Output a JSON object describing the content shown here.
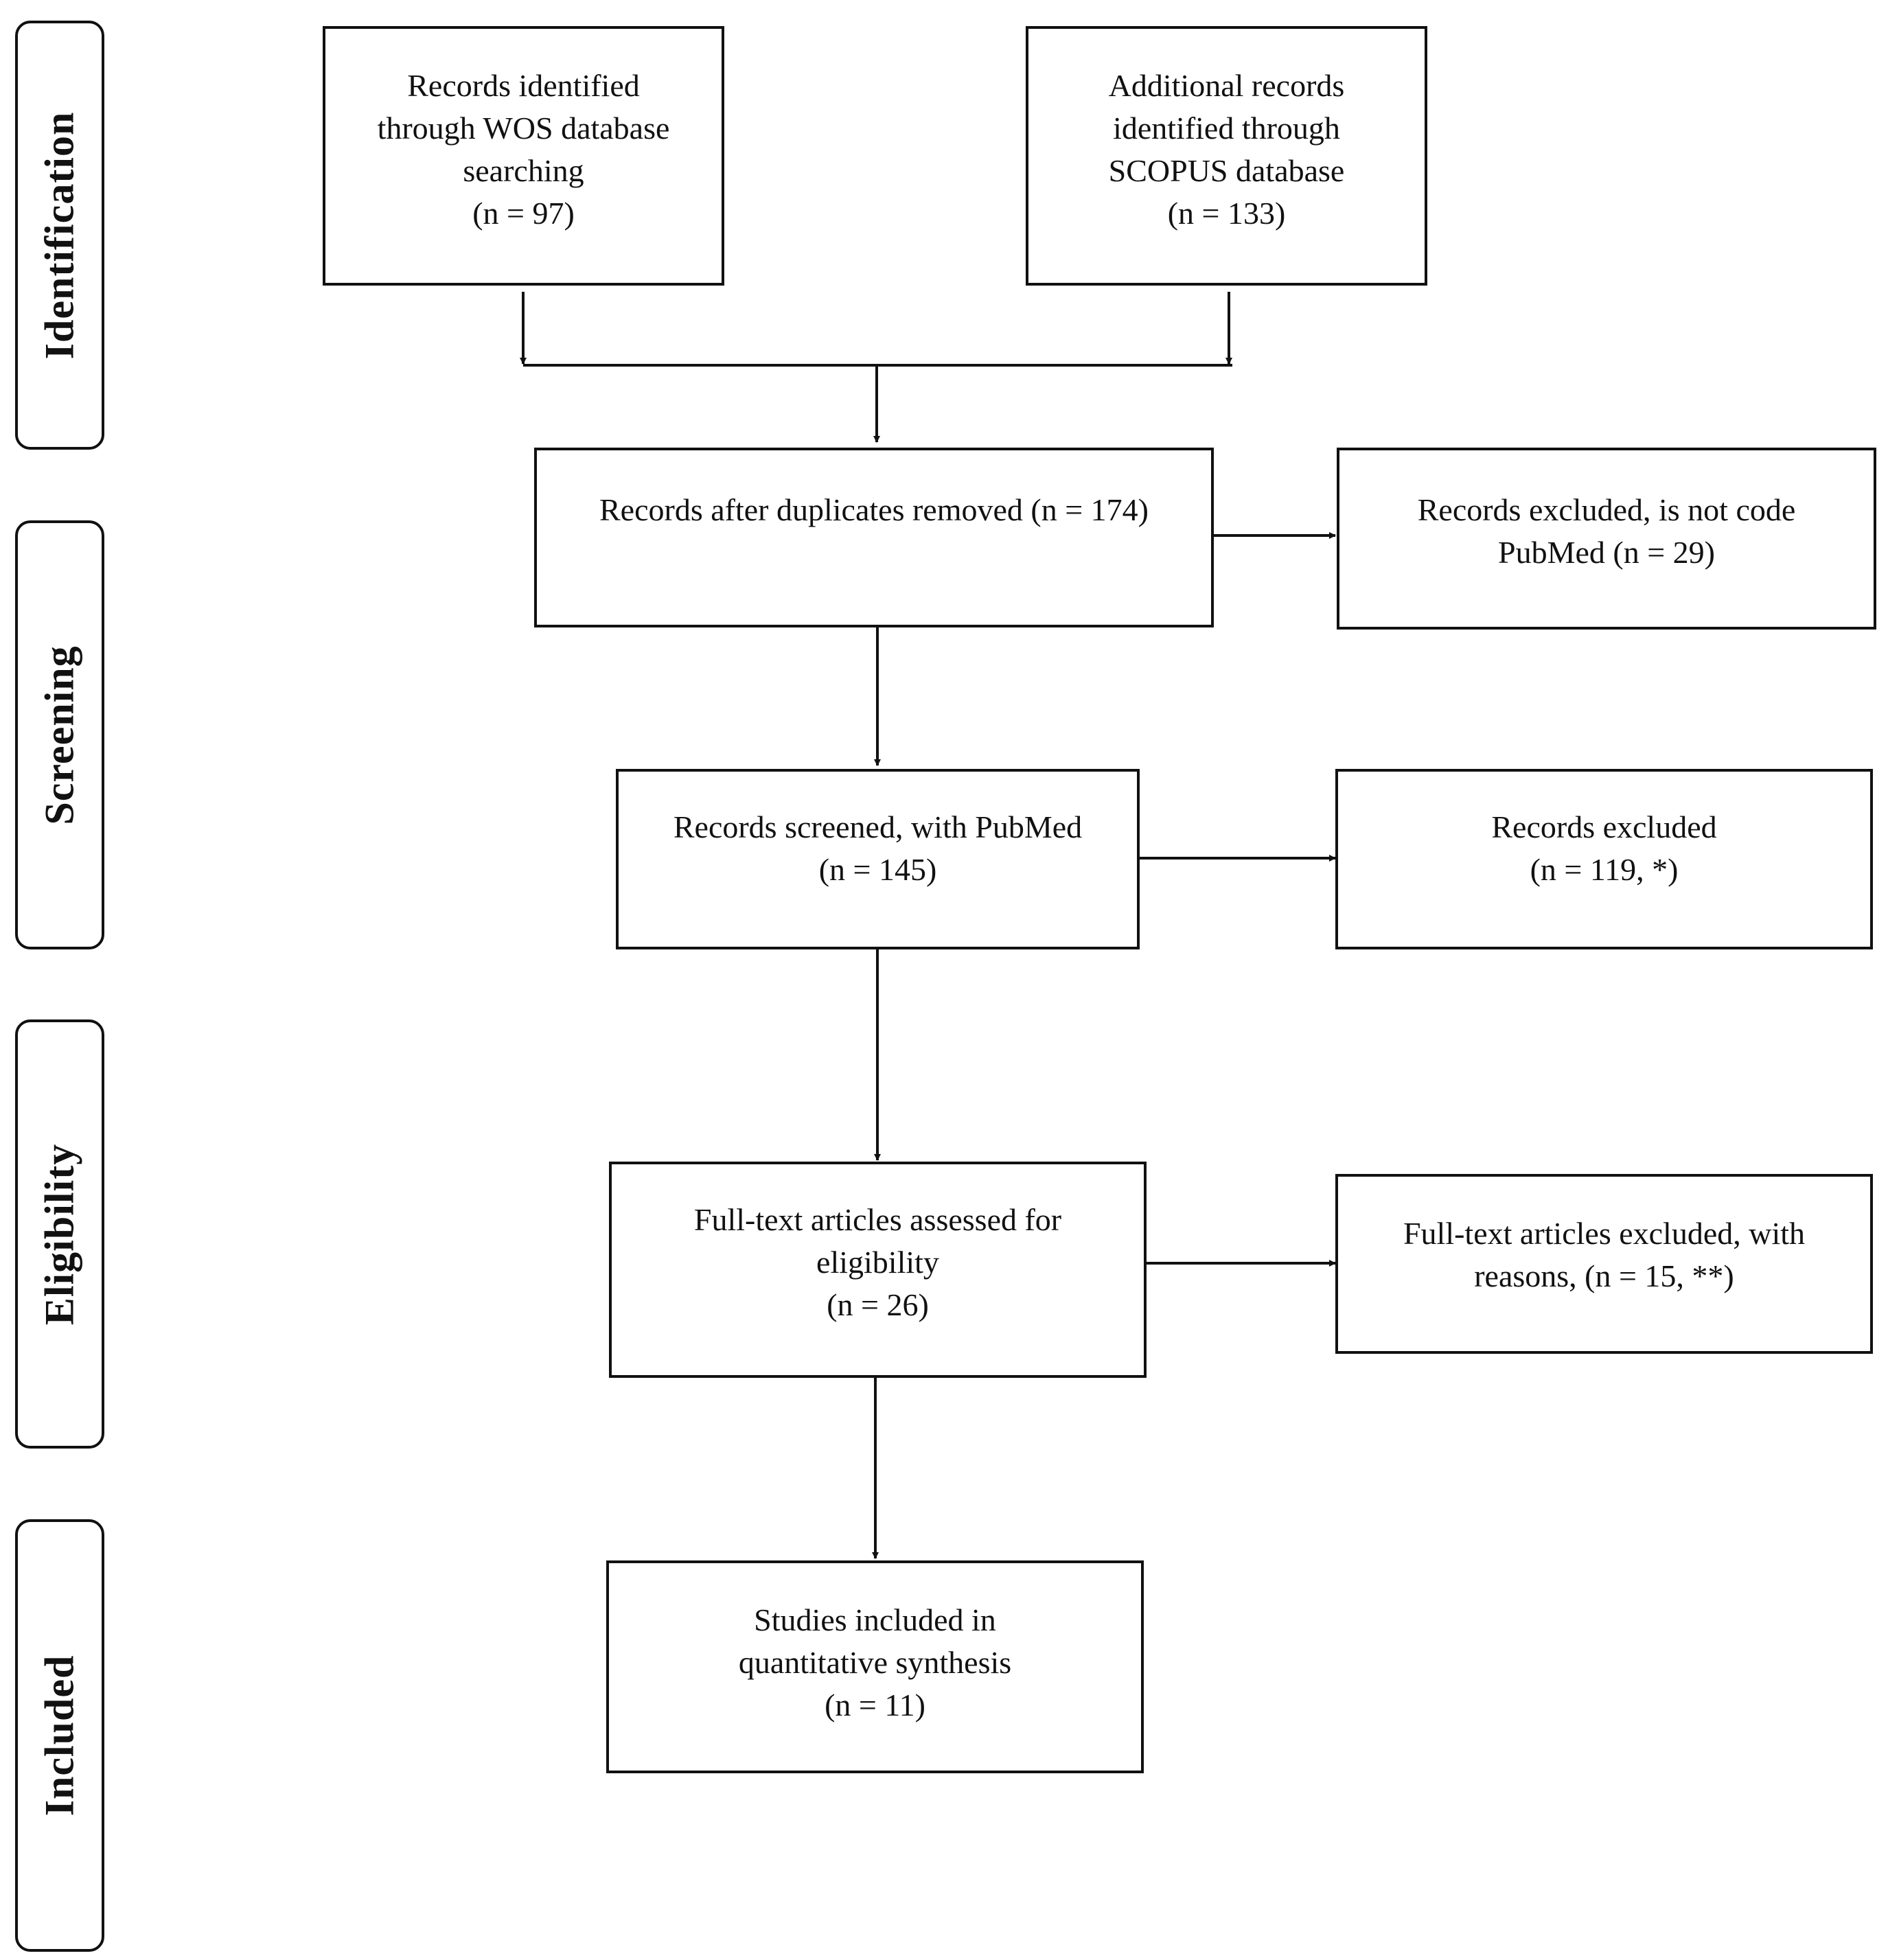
{
  "phases": {
    "identification": "Identification",
    "screening": "Screening",
    "eligibility": "Eligibility",
    "included": "Included"
  },
  "boxes": {
    "wos": {
      "lines": [
        "Records identified",
        "through WOS database",
        "searching",
        "(n = 97)"
      ]
    },
    "scopus": {
      "lines": [
        "Additional records",
        "identified through",
        "SCOPUS database",
        "(n = 133)"
      ]
    },
    "duplicates_removed": {
      "lines": [
        "Records after duplicates removed (n = 174)"
      ]
    },
    "excluded_not_pubmed": {
      "lines": [
        "Records excluded, is not code",
        "PubMed (n = 29)"
      ]
    },
    "screened": {
      "lines": [
        "Records screened, with PubMed",
        "(n = 145)"
      ]
    },
    "records_excluded": {
      "lines": [
        "Records excluded",
        "(n = 119, *)"
      ]
    },
    "full_text_assessed": {
      "lines": [
        "Full-text articles assessed for",
        "eligibility",
        "(n = 26)"
      ]
    },
    "full_text_excluded": {
      "lines": [
        "Full-text articles excluded, with",
        "reasons, (n = 15, **)"
      ]
    },
    "included": {
      "lines": [
        "Studies included in",
        "quantitative synthesis",
        "(n = 11)"
      ]
    }
  }
}
